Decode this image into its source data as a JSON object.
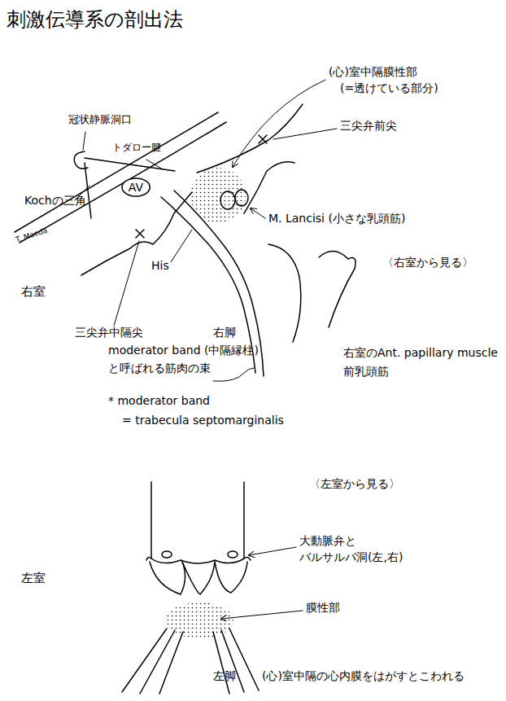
{
  "diagram": {
    "title": "刺激伝導系の剖出法",
    "nodes": [
      {
        "text": [
          "AV"
        ]
      }
    ],
    "labels": [
      "(心)室中隔膜性部",
      "(=透けている部分)",
      "冠状静脈洞口",
      "トダロー腱",
      "三尖弁前尖",
      "Kochの三角",
      "T. Maeda",
      "M. Lancisi (小さな乳頭筋)",
      "〈右室から見る〉",
      "右室",
      "His",
      "三尖弁中隔尖",
      "右脚",
      "moderator band (中隔縁柱)",
      "と呼ばれる筋肉の束",
      "右室のAnt. papillary muscle",
      "前乳頭筋",
      "* moderator band",
      "= trabecula septomarginalis",
      "〈左室から見る〉",
      "大動脈弁と",
      "バルサルバ洞(左,右)",
      "左室",
      "膜性部",
      "左脚",
      "(心)室中隔の心内膜をはがすとこわれる"
    ]
  }
}
